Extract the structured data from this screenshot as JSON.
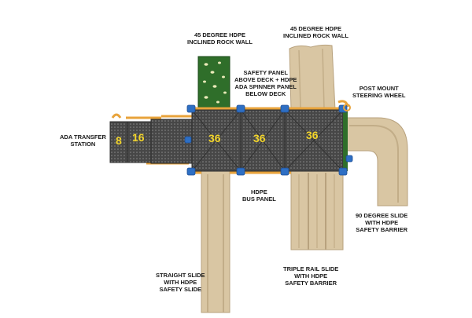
{
  "labels": {
    "rock_wall_left": [
      "45 DEGREE HDPE",
      "INCLINED ROCK WALL"
    ],
    "rock_wall_right": [
      "45 DEGREE HDPE",
      "INCLINED ROCK WALL"
    ],
    "safety_panel": [
      "SAFETY PANEL",
      "ABOVE DECK + HDPE",
      "ADA SPINNER PANEL",
      "BELOW DECK"
    ],
    "steering_wheel": [
      "POST MOUNT",
      "STEERING WHEEL"
    ],
    "transfer_station": [
      "ADA TRANSFER",
      "STATION"
    ],
    "bus_panel": [
      "HDPE",
      "BUS PANEL"
    ],
    "slide_90": [
      "90 DEGREE SLIDE",
      "WITH HDPE",
      "SAFETY BARRIER"
    ],
    "straight_slide": [
      "STRAIGHT SLIDE",
      "WITH HDPE",
      "SAFETY SLIDE"
    ],
    "triple_slide": [
      "TRIPLE RAIL SLIDE",
      "WITH HDPE",
      "SAFETY BARRIER"
    ]
  },
  "deck_heights": {
    "transfer_step_1": "8",
    "transfer_step_2": "16",
    "deck_1": "36",
    "deck_2": "36",
    "deck_3": "36"
  },
  "colors": {
    "deck": "#4a4a4a",
    "rail": "#e8a33b",
    "post": "#2e6fc4",
    "slide": "#d9c6a3",
    "slide_shade": "#c2ad88",
    "rock_wall": "#2f6e2a",
    "rock_hold": "#e9e9b8",
    "panel": "#2f6e2a",
    "number": "#f2d42a"
  }
}
